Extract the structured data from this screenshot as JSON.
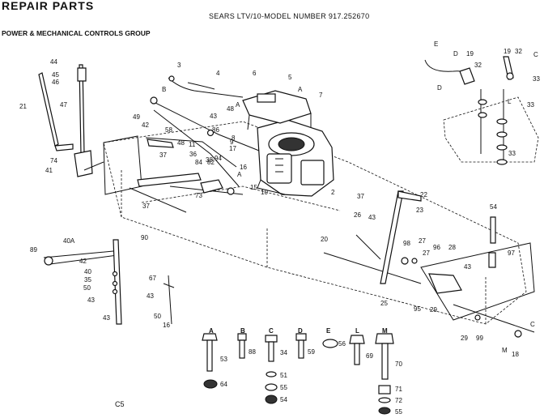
{
  "header": {
    "title": "REPAIR PARTS",
    "model": "SEARS LTV/10-MODEL NUMBER 917.252670",
    "group": "POWER & MECHANICAL CONTROLS GROUP"
  },
  "footer": {
    "code": "C5"
  },
  "callouts": [
    "44",
    "45",
    "46",
    "21",
    "47",
    "3",
    "4",
    "B",
    "6",
    "5",
    "A",
    "7",
    "48",
    "A",
    "49",
    "42",
    "58",
    "43",
    "48",
    "11",
    "36",
    "86",
    "8",
    "9",
    "17",
    "38",
    "94",
    "84",
    "82",
    "37",
    "A",
    "16",
    "15",
    "10",
    "2",
    "37",
    "73",
    "74",
    "41",
    "37",
    "90",
    "89",
    "40A",
    "42",
    "40",
    "35",
    "50",
    "43",
    "43",
    "67",
    "43",
    "50",
    "16",
    "20",
    "43",
    "26",
    "25",
    "22",
    "23",
    "54",
    "97",
    "98",
    "27",
    "27",
    "96",
    "28",
    "43",
    "95",
    "29",
    "29",
    "99",
    "M",
    "18",
    "C",
    "E",
    "D",
    "19",
    "32",
    "C",
    "D",
    "19",
    "32",
    "33",
    "33",
    "L",
    "33"
  ],
  "hardware": [
    {
      "letter": "A",
      "parts": [
        "53",
        "64"
      ]
    },
    {
      "letter": "B",
      "parts": [
        "88"
      ]
    },
    {
      "letter": "C",
      "parts": [
        "34",
        "51",
        "55",
        "54"
      ]
    },
    {
      "letter": "D",
      "parts": [
        "59"
      ]
    },
    {
      "letter": "E",
      "parts": [
        "56"
      ]
    },
    {
      "letter": "L",
      "parts": [
        "69"
      ]
    },
    {
      "letter": "M",
      "parts": [
        "70",
        "71",
        "72",
        "55"
      ]
    }
  ]
}
